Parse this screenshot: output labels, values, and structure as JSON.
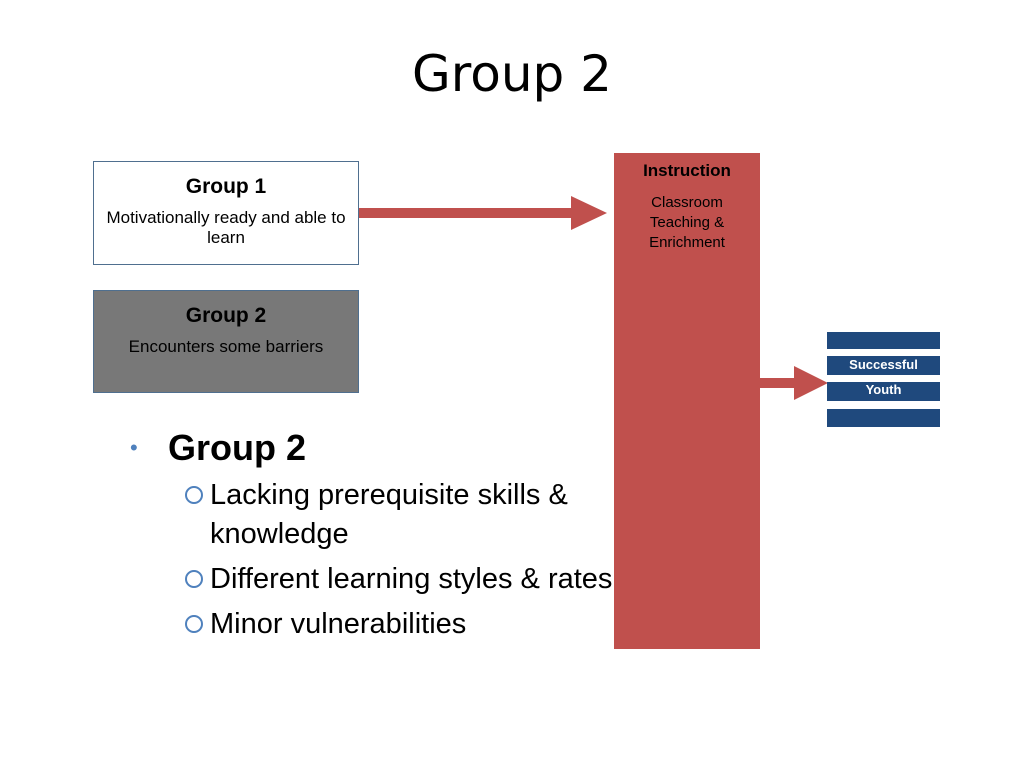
{
  "slide": {
    "title": "Group 2"
  },
  "diagram": {
    "group1": {
      "title": "Group 1",
      "text": "Motivationally ready and able to learn"
    },
    "group2": {
      "title": "Group 2",
      "text": "Encounters some barriers"
    },
    "instruction": {
      "title": "Instruction",
      "lines": [
        "Classroom",
        "Teaching &",
        "Enrichment"
      ]
    },
    "outcome": {
      "line1": "Successful",
      "line2": "Youth"
    },
    "colors": {
      "arrow": "#c0504d",
      "instruction": "#c0504d",
      "outcome": "#1f497d",
      "group2_fill": "#787878",
      "bullet": "#4f81bd"
    }
  },
  "bullets": {
    "heading": "Group 2",
    "items": [
      "Lacking prerequisite skills & knowledge",
      "Different learning styles & rates",
      "Minor vulnerabilities"
    ]
  }
}
